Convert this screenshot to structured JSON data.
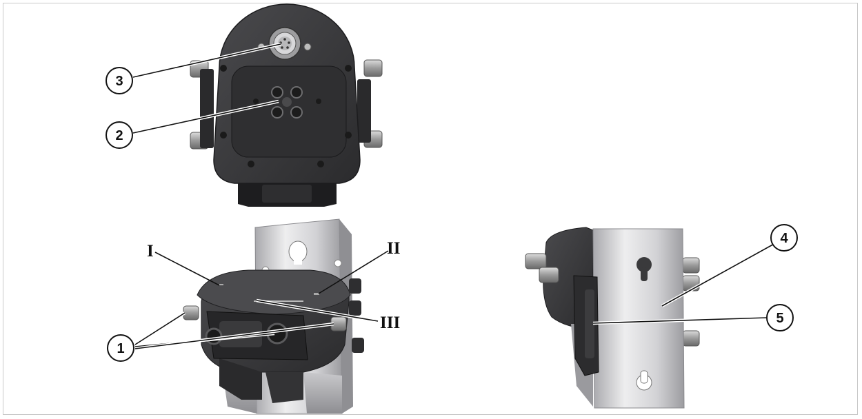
{
  "callouts": {
    "c1": "1",
    "c2": "2",
    "c3": "3",
    "c4": "4",
    "c5": "5"
  },
  "roman_labels": {
    "r1": "I",
    "r2": "II",
    "r3": "III"
  },
  "colors": {
    "housing": "#3c3c3e",
    "housing_dark": "#262628",
    "metal_bracket": "#d9d9dc",
    "frame_border": "#c8c8c8"
  }
}
